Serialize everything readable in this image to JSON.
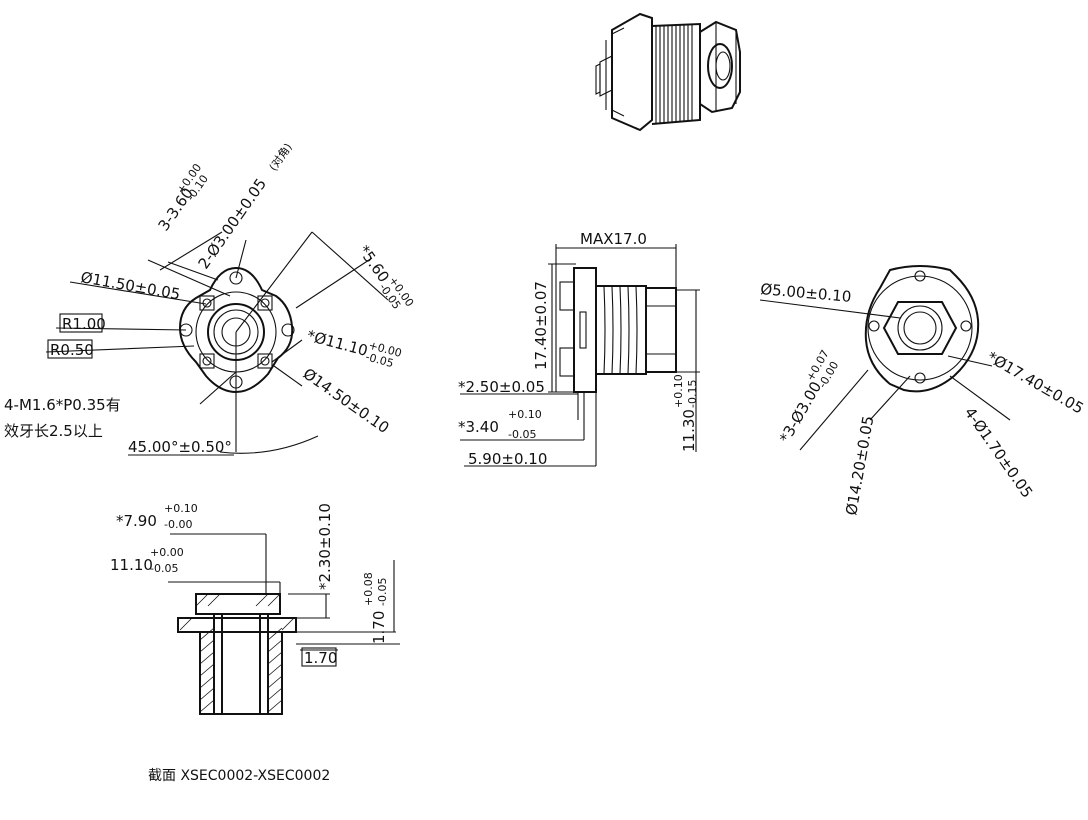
{
  "drawing": {
    "front_view": {
      "dims": {
        "slot": "3-3.60",
        "slot_tol_top": "+0.00",
        "slot_tol_bot": "-0.10",
        "holes": "2-Ø3.00±0.05",
        "holes_note": "(对角)",
        "d1150": "Ø11.50±0.05",
        "r100": "R1.00",
        "r050": "R0.50",
        "thread_line1": "4-M1.6*P0.35有",
        "thread_line2": "效牙长2.5以上",
        "angle": "45.00°±0.50°",
        "w560": "*5.60",
        "w560_tol_top": "+0.00",
        "w560_tol_bot": "-0.05",
        "d1110": "*Ø11.10",
        "d1110_tol_top": "+0.00",
        "d1110_tol_bot": "-0.05",
        "d1450": "Ø14.50±0.10"
      }
    },
    "side_view": {
      "dims": {
        "max": "MAX17.0",
        "h1740": "17.40±0.07",
        "l250": "*2.50±0.05",
        "l340": "*3.40",
        "l340_tol_top": "+0.10",
        "l340_tol_bot": "-0.05",
        "l590": "5.90±0.10",
        "h1130": "11.30",
        "h1130_tol_top": "+0.10",
        "h1130_tol_bot": "-0.15"
      }
    },
    "back_view": {
      "dims": {
        "d500": "Ø5.00±0.10",
        "holes3": "*3-Ø3.00",
        "holes3_tol_top": "+0.07",
        "holes3_tol_bot": "-0.00",
        "d1420": "Ø14.20±0.05",
        "d170": "4-Ø1.70±0.05",
        "d1740": "*Ø17.40±0.05"
      }
    },
    "section_view": {
      "dims": {
        "d790": "*7.90",
        "d790_tol_top": "+0.10",
        "d790_tol_bot": "-0.00",
        "d1110": "11.10",
        "d1110_tol_top": "+0.00",
        "d1110_tol_bot": "-0.05",
        "h230": "*2.30±0.10",
        "h170": "1.70",
        "h170_tol_top": "+0.08",
        "h170_tol_bot": "-0.05",
        "box170": "1.70"
      },
      "caption": "截面 XSEC0002-XSEC0002"
    }
  }
}
